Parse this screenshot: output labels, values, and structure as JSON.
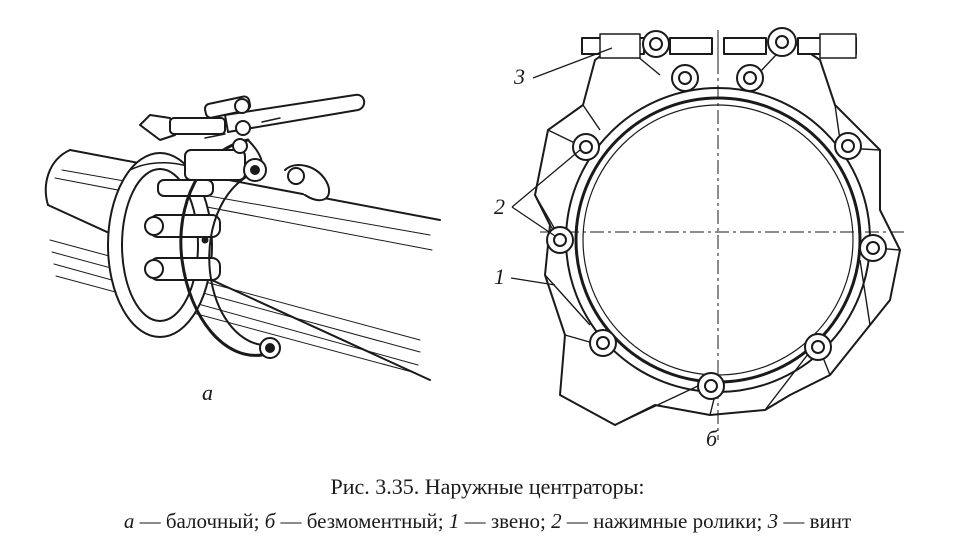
{
  "labels": {
    "a": "а",
    "b": "б",
    "part1": "1",
    "part2": "2",
    "part3": "3"
  },
  "caption": {
    "title": "Рис. 3.35. Наружные центраторы:",
    "legend": [
      {
        "key": "а",
        "text": " — балочный; "
      },
      {
        "key": "б",
        "text": " — безмоментный; "
      },
      {
        "key": "1",
        "text": " — звено; "
      },
      {
        "key": "2",
        "text": " — нажимные ролики; "
      },
      {
        "key": "3",
        "text": " — винт"
      }
    ]
  }
}
